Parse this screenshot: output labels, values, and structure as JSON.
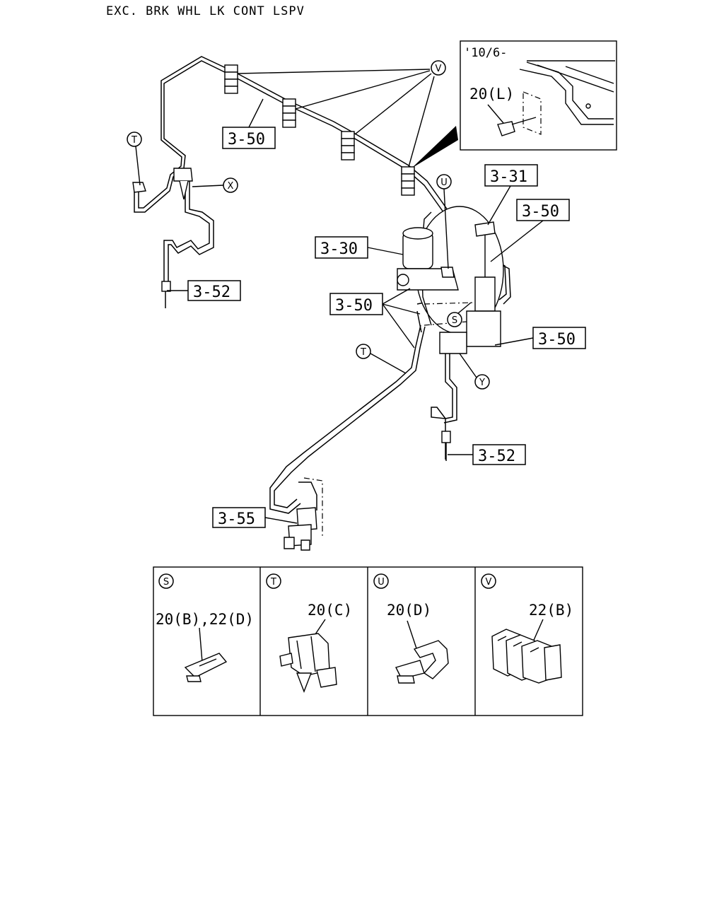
{
  "title": "EXC. BRK WHL LK CONT LSPV",
  "inset_note": "'10/6-",
  "inset_part": "20(L)",
  "callouts": {
    "v_top": "V",
    "t_left": "T",
    "x_left": "X",
    "u_mid": "U",
    "s_mid": "S",
    "t_mid": "T",
    "y_mid": "Y"
  },
  "refs": {
    "r350_top": "3-50",
    "r331": "3-31",
    "r350_right": "3-50",
    "r330": "3-30",
    "r352_left": "3-52",
    "r350_mid": "3-50",
    "r350_lower": "3-50",
    "r352_right": "3-52",
    "r355": "3-55"
  },
  "panels": [
    {
      "id": "S",
      "part": "20(B),22(D)"
    },
    {
      "id": "T",
      "part": "20(C)"
    },
    {
      "id": "U",
      "part": "20(D)"
    },
    {
      "id": "V",
      "part": "22(B)"
    }
  ]
}
